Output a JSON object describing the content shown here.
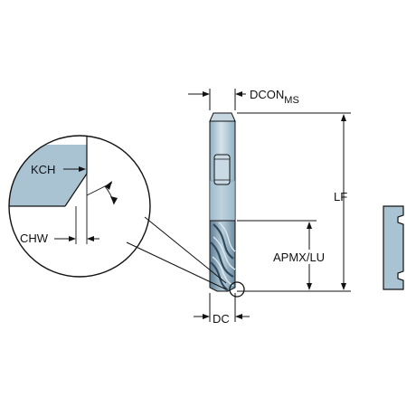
{
  "labels": {
    "dcon": "DCON",
    "dcon_sub": "MS",
    "lf": "LF",
    "apmx_lu": "APMX/LU",
    "dc": "DC",
    "kch": "KCH",
    "chw": "CHW"
  },
  "colors": {
    "tool_blue": "#a9c3d3",
    "tool_blue_light": "#c6d7e2",
    "tool_blue_dark": "#6f8ea3",
    "shank_top": "#bdd0dc",
    "zoom_fill": "#a9c3d3",
    "profile_fill": "#a9c3d3",
    "line": "#111111"
  }
}
